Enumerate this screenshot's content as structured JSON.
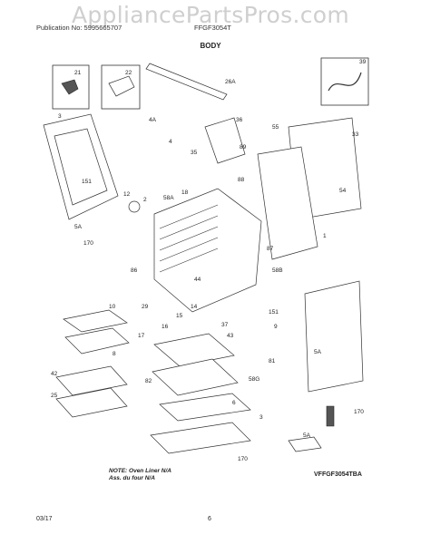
{
  "watermark": "AppliancePartsPros.com",
  "header": {
    "publication": "Publication No: 5995665707",
    "model": "FFGF3054T"
  },
  "section_title": "BODY",
  "note": {
    "line1": "NOTE: Oven Liner N/A",
    "line2": "Ass. du four N/A"
  },
  "diagram_code": "VFFGF3054TBA",
  "footer": {
    "date": "03/17",
    "page": "6"
  },
  "callouts": [
    "21",
    "22",
    "26A",
    "39",
    "3",
    "4A",
    "36",
    "4",
    "89",
    "35",
    "88",
    "55",
    "33",
    "151",
    "2",
    "18",
    "58A",
    "12",
    "5A",
    "170",
    "54",
    "87",
    "1",
    "86",
    "44",
    "58B",
    "10",
    "29",
    "14",
    "15",
    "16",
    "17",
    "37",
    "151",
    "9",
    "8",
    "43",
    "81",
    "82",
    "58G",
    "6",
    "42",
    "25",
    "3",
    "170",
    "5A"
  ]
}
